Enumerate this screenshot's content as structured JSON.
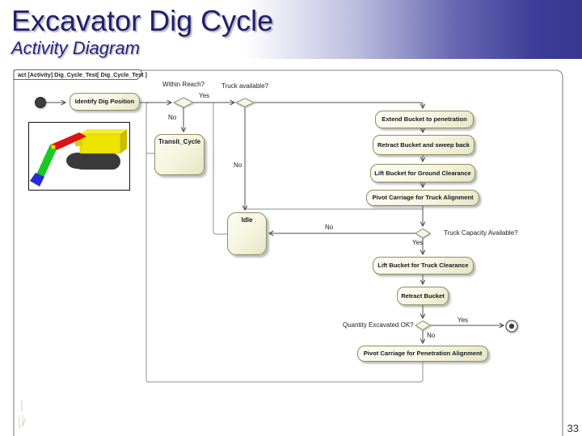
{
  "header": {
    "title": "Excavator Dig Cycle",
    "subtitle": "Activity Diagram"
  },
  "page_number": "33",
  "frame": {
    "tab_label": "act [Activity] Dig_Cycle_Test[ Dig_Cycle_Test ]"
  },
  "diagram": {
    "actions": {
      "identify": "Identify Dig Position",
      "transit": "Transit_Cycle",
      "idle": "Idle",
      "extend": "Extend Bucket to penetration",
      "retract_sweep": "Retract Bucket and sweep back",
      "lift_ground": "Lift Bucket for Ground Clearance",
      "pivot_truck": "Pivot Carriage for Truck Alignment",
      "lift_truck": "Lift Bucket for Truck Clearance",
      "retract": "Retract Bucket",
      "pivot_penetration": "Pivot Carriage for Penetration Alignment"
    },
    "decisions": {
      "within_reach": "Within Reach?",
      "truck_available": "Truck available?",
      "truck_capacity": "Truck Capacity Available?",
      "quantity_ok": "Quantity Excavated OK?"
    },
    "edge_labels": {
      "within_yes": "Yes",
      "within_no": "No",
      "truck_available_no": "No",
      "capacity_no": "No",
      "capacity_yes": "Yes",
      "quantity_yes": "Yes",
      "quantity_no": "No"
    },
    "colors": {
      "header_accent": "#3d3d99",
      "title_text": "#20206b",
      "action_fill": "#f5f5e1",
      "action_border": "#8e8e62",
      "edge_line": "#4d4d4d"
    }
  }
}
